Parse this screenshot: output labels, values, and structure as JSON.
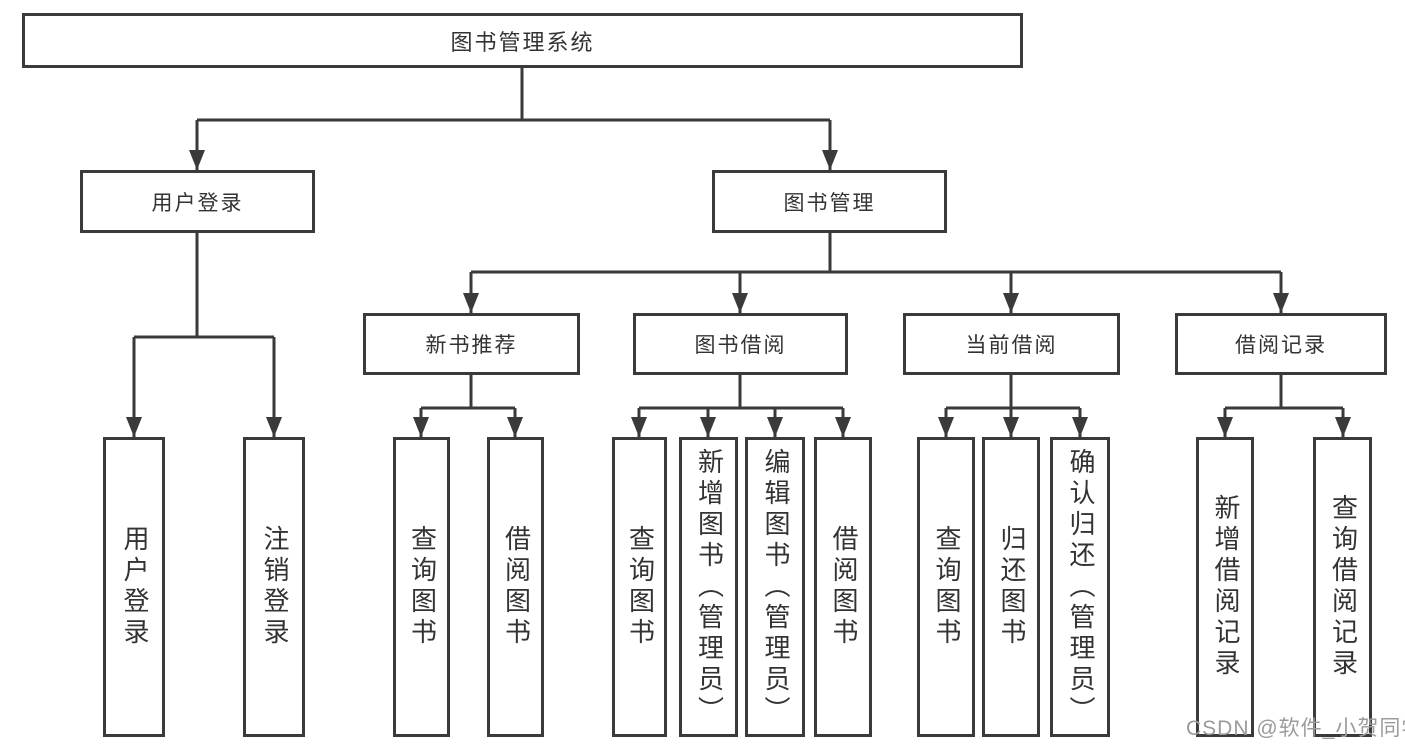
{
  "diagram": {
    "root": {
      "label": "图书管理系统"
    },
    "level2": [
      {
        "label": "用户登录"
      },
      {
        "label": "图书管理"
      }
    ],
    "level3": [
      {
        "label": "新书推荐"
      },
      {
        "label": "图书借阅"
      },
      {
        "label": "当前借阅"
      },
      {
        "label": "借阅记录"
      }
    ],
    "leaves": [
      {
        "label": "用户登录"
      },
      {
        "label": "注销登录"
      },
      {
        "label": "查询图书"
      },
      {
        "label": "借阅图书"
      },
      {
        "label": "查询图书"
      },
      {
        "label": "新增图书（管理员）"
      },
      {
        "label": "编辑图书（管理员）"
      },
      {
        "label": "借阅图书"
      },
      {
        "label": "查询图书"
      },
      {
        "label": "归还图书"
      },
      {
        "label": "确认归还（管理员）"
      },
      {
        "label": "新增借阅记录"
      },
      {
        "label": "查询借阅记录"
      }
    ],
    "watermark": "CSDN @软件_小贺同学",
    "colors": {
      "line": "#3a3a3a",
      "text": "#333333",
      "watermark": "#9b9b9b"
    }
  }
}
